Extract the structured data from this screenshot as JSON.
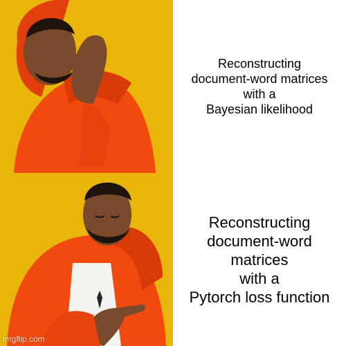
{
  "panels": [
    {
      "reaction": "disapprove",
      "caption": "Reconstructing\ndocument-word matrices\nwith a\nBayesian likelihood"
    },
    {
      "reaction": "approve",
      "caption": "Reconstructing\ndocument-word\nmatrices\nwith a\nPytorch loss function"
    }
  ],
  "watermark": "imgflip.com",
  "colors": {
    "background": "#e9b50a",
    "jacket": "#f04a0e",
    "skin": "#7a4a2d",
    "hair": "#1e140d"
  }
}
